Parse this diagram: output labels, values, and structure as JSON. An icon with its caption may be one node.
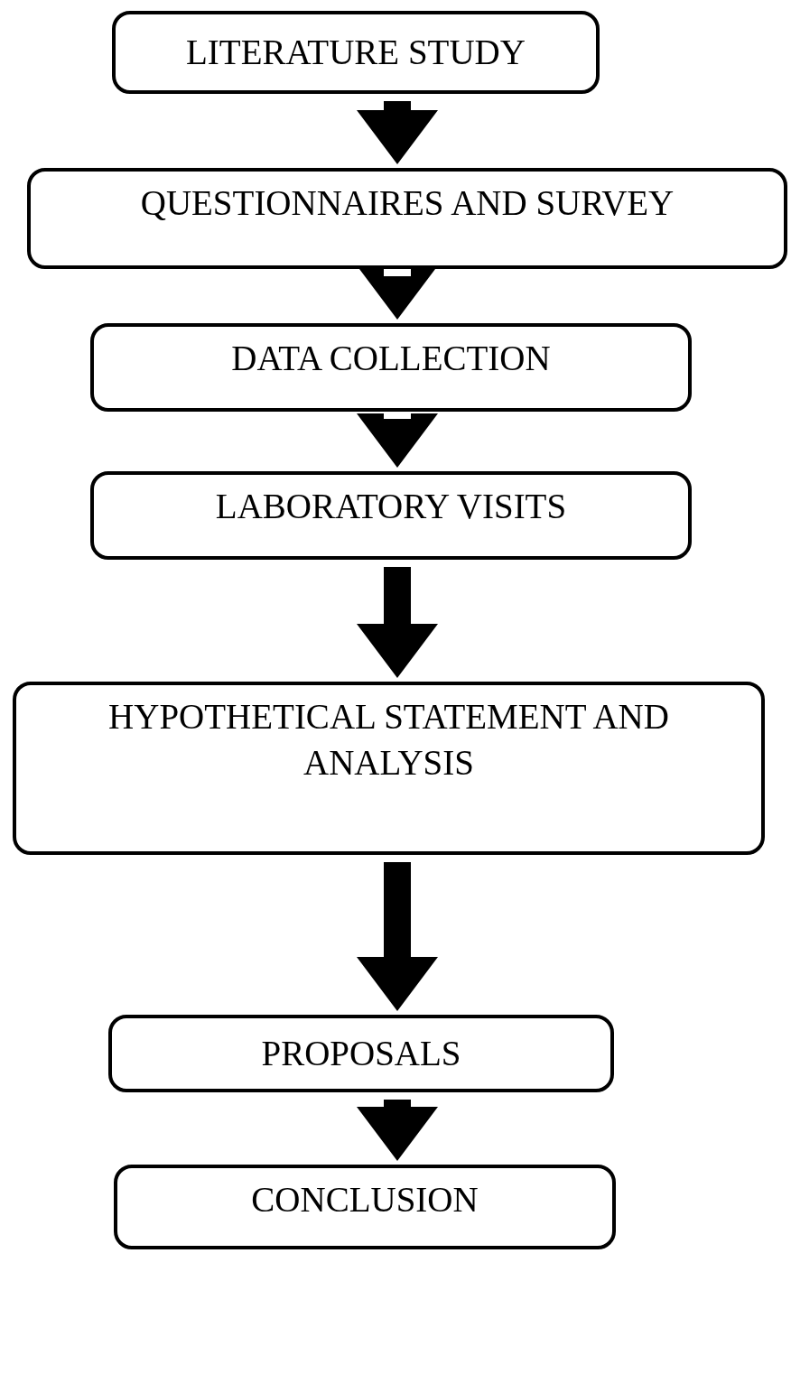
{
  "diagram": {
    "nodes": [
      {
        "text": [
          "LITERATURE STUDY"
        ]
      },
      {
        "text": [
          "QUESTIONNAIRES AND SURVEY"
        ]
      },
      {
        "text": [
          "DATA COLLECTION"
        ]
      },
      {
        "text": [
          "LABORATORY VISITS"
        ]
      },
      {
        "text": [
          "HYPOTHETICAL STATEMENT AND ANALYSIS"
        ]
      },
      {
        "text": [
          "PROPOSALS"
        ]
      },
      {
        "text": [
          "CONCLUSION"
        ]
      }
    ],
    "edges": [
      {
        "from": 0,
        "to": 1,
        "arrow": "to"
      },
      {
        "from": 1,
        "to": 2,
        "arrow": "to"
      },
      {
        "from": 2,
        "to": 3,
        "arrow": "to"
      },
      {
        "from": 3,
        "to": 4,
        "arrow": "to"
      },
      {
        "from": 4,
        "to": 5,
        "arrow": "to"
      },
      {
        "from": 5,
        "to": 6,
        "arrow": "to"
      }
    ]
  }
}
